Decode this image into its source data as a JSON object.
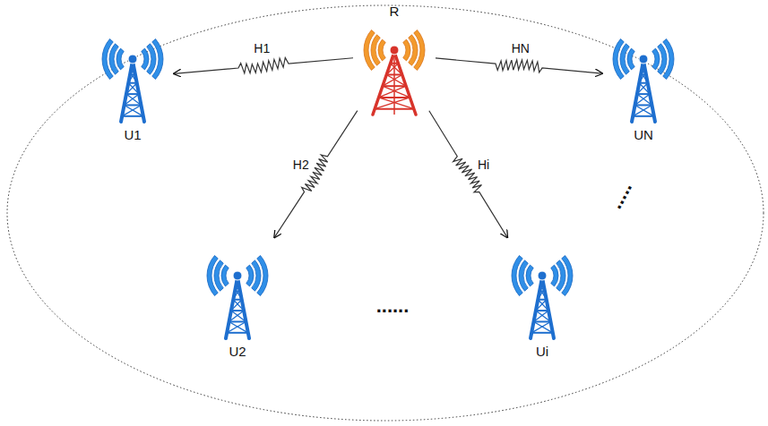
{
  "diagram": {
    "nodes": [
      {
        "text": [
          "R"
        ]
      },
      {
        "text": [
          "U1"
        ]
      },
      {
        "text": [
          "UN"
        ]
      },
      {
        "text": [
          "U2"
        ]
      },
      {
        "text": [
          "Ui"
        ]
      }
    ],
    "edges": [
      {
        "from": 0,
        "to": 1,
        "label": "H1",
        "arrow": "to"
      },
      {
        "from": 0,
        "to": 2,
        "label": "HN",
        "arrow": "to"
      },
      {
        "from": 0,
        "to": 3,
        "label": "H2",
        "arrow": "to"
      },
      {
        "from": 0,
        "to": 4,
        "label": "Hi",
        "arrow": "to"
      }
    ],
    "labels": [
      "......",
      "....."
    ]
  }
}
